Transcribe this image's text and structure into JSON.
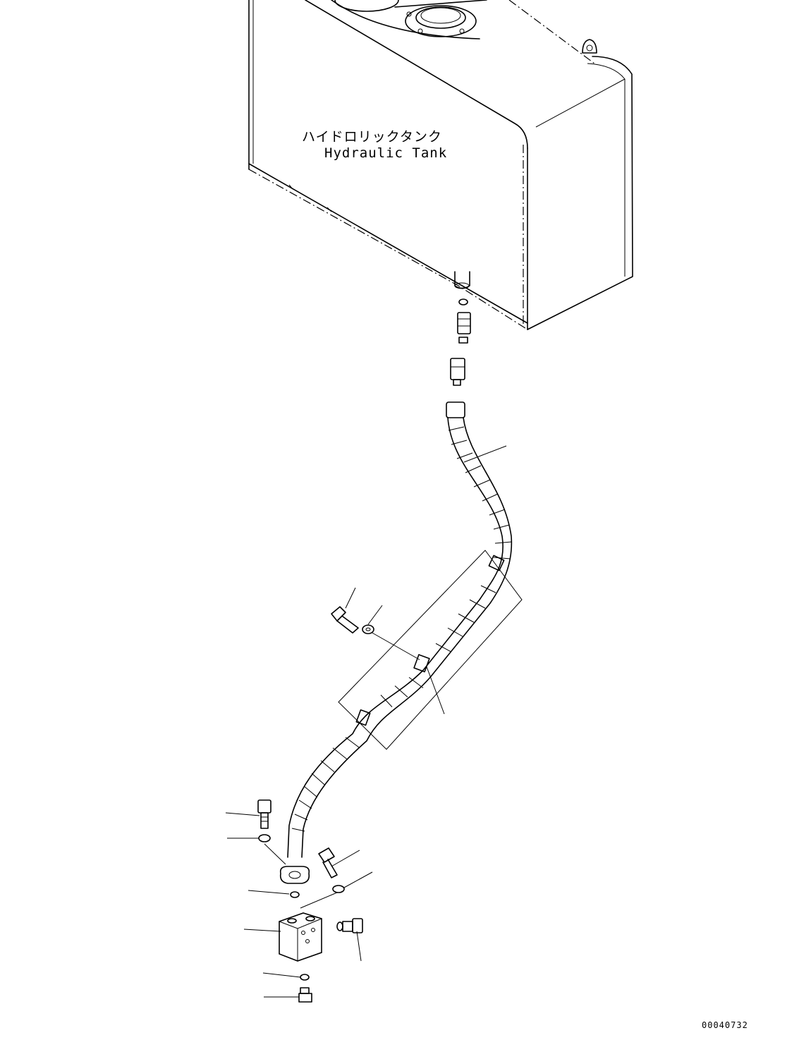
{
  "tank": {
    "label_jp": "ハイドロリックタンク",
    "label_en": "Hydraulic Tank"
  },
  "drawing_number": "00040732",
  "icons": [
    "hydraulic-tank-icon",
    "hose-icon",
    "fitting-icon",
    "bolt-icon",
    "washer-icon",
    "flange-icon",
    "o-ring-icon",
    "block-icon",
    "clamp-icon",
    "plug-icon",
    "sensor-icon"
  ]
}
